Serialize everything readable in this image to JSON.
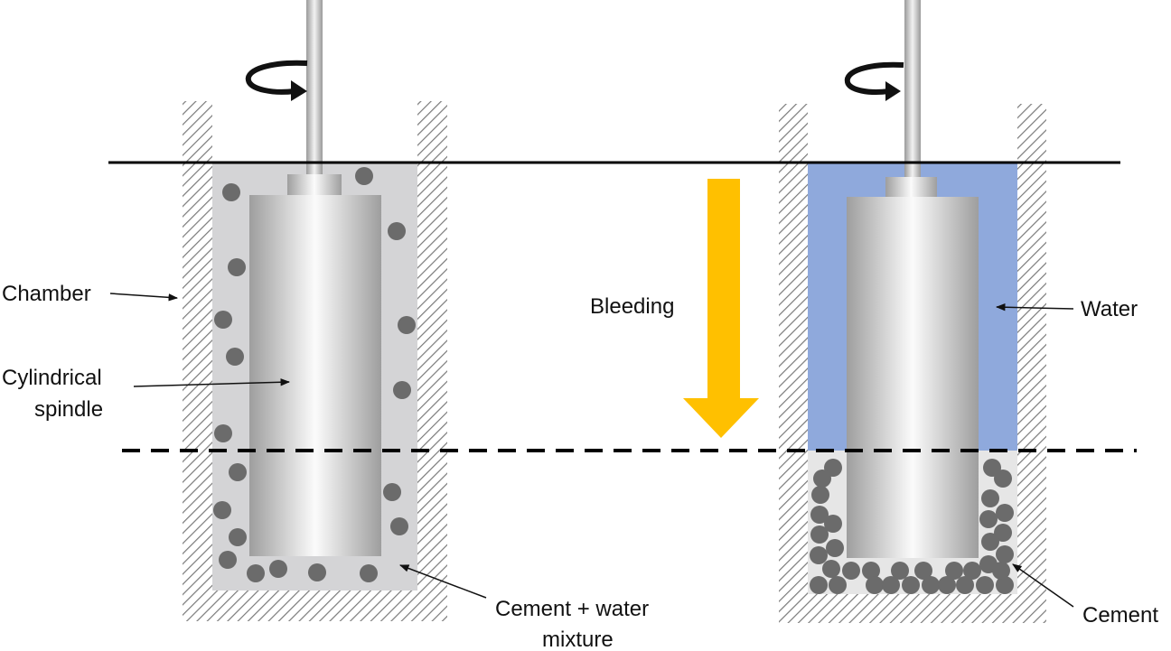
{
  "labels": {
    "chamber": "Chamber",
    "spindle_line1": "Cylindrical",
    "spindle_line2": "spindle",
    "bleeding": "Bleeding",
    "water": "Water",
    "mixture_line1": "Cement + water",
    "mixture_line2": "mixture",
    "cement": "Cement"
  },
  "icons": {
    "rotation": "rotation-arrow-icon",
    "bleeding": "down-arrow-icon"
  },
  "colors": {
    "mixture": "#d4d4d6",
    "water": "#8fa9dc",
    "particle": "#6b6b6b",
    "arrow": "#ffc000",
    "hatch": "#777777"
  }
}
